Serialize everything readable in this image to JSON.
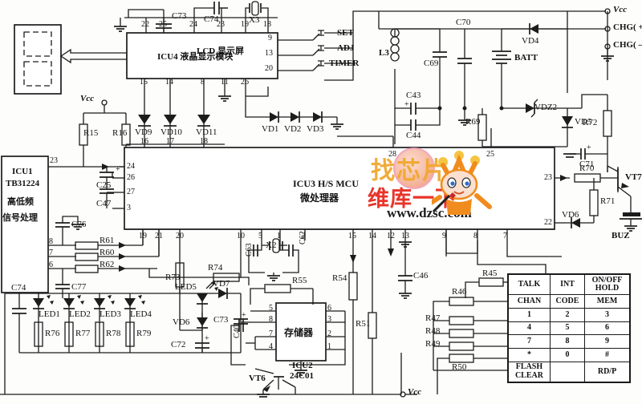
{
  "figure": {
    "caption_domain": "electronic-schematic",
    "watermark": {
      "cn_top": "找芯片",
      "cn_bottom": "维库一下",
      "url": "www.dzsc.com"
    }
  },
  "blocks": {
    "lcd_panel": {
      "label": "",
      "arrow_label": "LCD 显示屏"
    },
    "icu4": {
      "title": "ICU4  液晶显示模块",
      "pins_top": [
        "22",
        "25",
        "24",
        "23",
        "19",
        "18"
      ],
      "pins_right": [
        "9",
        "13",
        "20"
      ],
      "pins_bottom": [
        "15",
        "14",
        "8",
        "11",
        "26"
      ]
    },
    "icu1": {
      "name": "ICU1",
      "part": "TB31224",
      "desc_line1": "高低频",
      "desc_line2": "信号处理",
      "pin_top": "23",
      "pins_left": [
        "8",
        "7",
        "6"
      ]
    },
    "icu3": {
      "title_line1": "ICU3 H/S MCU",
      "title_line2": "微处理器",
      "pins_top_left": [
        "16",
        "17",
        "18"
      ],
      "pins_top_mid": [
        "28",
        "25"
      ],
      "pins_left": [
        "24",
        "26",
        "27",
        "3"
      ],
      "pins_right": [
        "23",
        "22"
      ],
      "pins_bottom": [
        "19",
        "21",
        "20",
        "10",
        "5",
        "1",
        "2",
        "15",
        "14",
        "12",
        "13",
        "9",
        "8",
        "7"
      ]
    },
    "icu2": {
      "name": "ICU2",
      "part": "24C01",
      "desc": "存储器",
      "pins_left": [
        "5",
        "8",
        "7",
        "4"
      ],
      "pins_right": [
        "6",
        "3",
        "2",
        "1"
      ]
    }
  },
  "switches": [
    "SET",
    "ADJ",
    "TIMER"
  ],
  "terminals": [
    {
      "name": "Vcc",
      "label": "Vcc"
    },
    {
      "name": "chg_pos",
      "label": "CHG( + )"
    },
    {
      "name": "chg_neg",
      "label": "CHG( – )"
    },
    {
      "name": "vcc_left",
      "label": "Vcc"
    },
    {
      "name": "vcc_bottom",
      "label": "Vcc"
    }
  ],
  "components": {
    "capacitors": [
      "C73",
      "C74",
      "C25",
      "C47",
      "C76",
      "C77",
      "C74",
      "C70",
      "C69",
      "C43",
      "C44",
      "C46",
      "C63",
      "C62",
      "C40",
      "C71",
      "C72",
      "C73"
    ],
    "resistors": [
      "R15",
      "R16",
      "R61",
      "R60",
      "R62",
      "R73",
      "R74",
      "R76",
      "R77",
      "R78",
      "R79",
      "R69",
      "R72",
      "R70",
      "R71",
      "R54",
      "R55",
      "R51",
      "R45",
      "R46",
      "R47",
      "R48",
      "R49",
      "R50"
    ],
    "diodes": [
      "VD9",
      "VD10",
      "VD11",
      "VD1",
      "VD2",
      "VD3",
      "VD4",
      "VD5",
      "VD6",
      "VD7",
      "VDZ2",
      "VD6"
    ],
    "leds": [
      "LED1",
      "LED2",
      "LED3",
      "LED4",
      "LED5"
    ],
    "transistors": [
      "VT7",
      "VT6"
    ],
    "crystals": [
      "X3",
      "X2"
    ],
    "inductors": [
      "L3"
    ],
    "battery": "BATT",
    "buzzer": "BUZ"
  },
  "labels": {
    "C73a": "C73",
    "C74a": "C74",
    "X3": "X3",
    "Vcc_left": "Vcc",
    "R15": "R15",
    "R16": "R16",
    "VD9": "VD9",
    "VD10": "VD10",
    "VD11": "VD11",
    "VD1": "VD1",
    "VD2": "VD2",
    "VD3": "VD3",
    "SET": "SET",
    "ADJ": "ADJ",
    "TIMER": "TIMER",
    "L3": "L3",
    "C70": "C70",
    "C69": "C69",
    "C43": "C43",
    "C44": "C44",
    "BATT": "BATT",
    "R69": "R69",
    "VD4": "VD4",
    "VD5": "VD5",
    "VDZ2": "VDZ2",
    "Vcc_top": "Vcc",
    "CHGP": "CHG( + )",
    "CHGN": "CHG( – )",
    "R72": "R72",
    "C71": "C71",
    "R70": "R70",
    "R71": "R71",
    "VT7": "VT7",
    "VD6r": "VD6",
    "BUZ": "BUZ",
    "C25": "C25",
    "C47": "C47",
    "C76": "C76",
    "C77": "C77",
    "R61": "R61",
    "R60": "R60",
    "R62": "R62",
    "C74b": "C74",
    "LED1": "LED1",
    "LED2": "LED2",
    "LED3": "LED3",
    "LED4": "LED4",
    "R76": "R76",
    "R77": "R77",
    "R78": "R78",
    "R79": "R79",
    "R73": "R73",
    "LED5": "LED5",
    "VD7": "VD7",
    "VD6b": "VD6",
    "C73b": "C73",
    "C72": "C72",
    "R74": "R74",
    "X2": "X2",
    "C63": "C63",
    "C62": "C62",
    "R55": "R55",
    "R54": "R54",
    "C40": "C40",
    "ICU2": "ICU2",
    "P24C01": "24C01",
    "MEM_CN": "存储器",
    "VT6": "VT6",
    "R51": "R51",
    "C46": "C46",
    "R45": "R45",
    "R46": "R46",
    "R47": "R47",
    "R48": "R48",
    "R49": "R49",
    "R50": "R50",
    "Vcc_bottom": "Vcc"
  },
  "keypad": {
    "rows": [
      [
        "TALK",
        "INT",
        "ON/OFF\nHOLD"
      ],
      [
        "CHAN",
        "CODE",
        "MEM"
      ],
      [
        "1",
        "2",
        "3"
      ],
      [
        "4",
        "5",
        "6"
      ],
      [
        "7",
        "8",
        "9"
      ],
      [
        "*",
        "0",
        "#"
      ],
      [
        "FLASH\nCLEAR",
        "",
        "RD/P"
      ]
    ]
  }
}
